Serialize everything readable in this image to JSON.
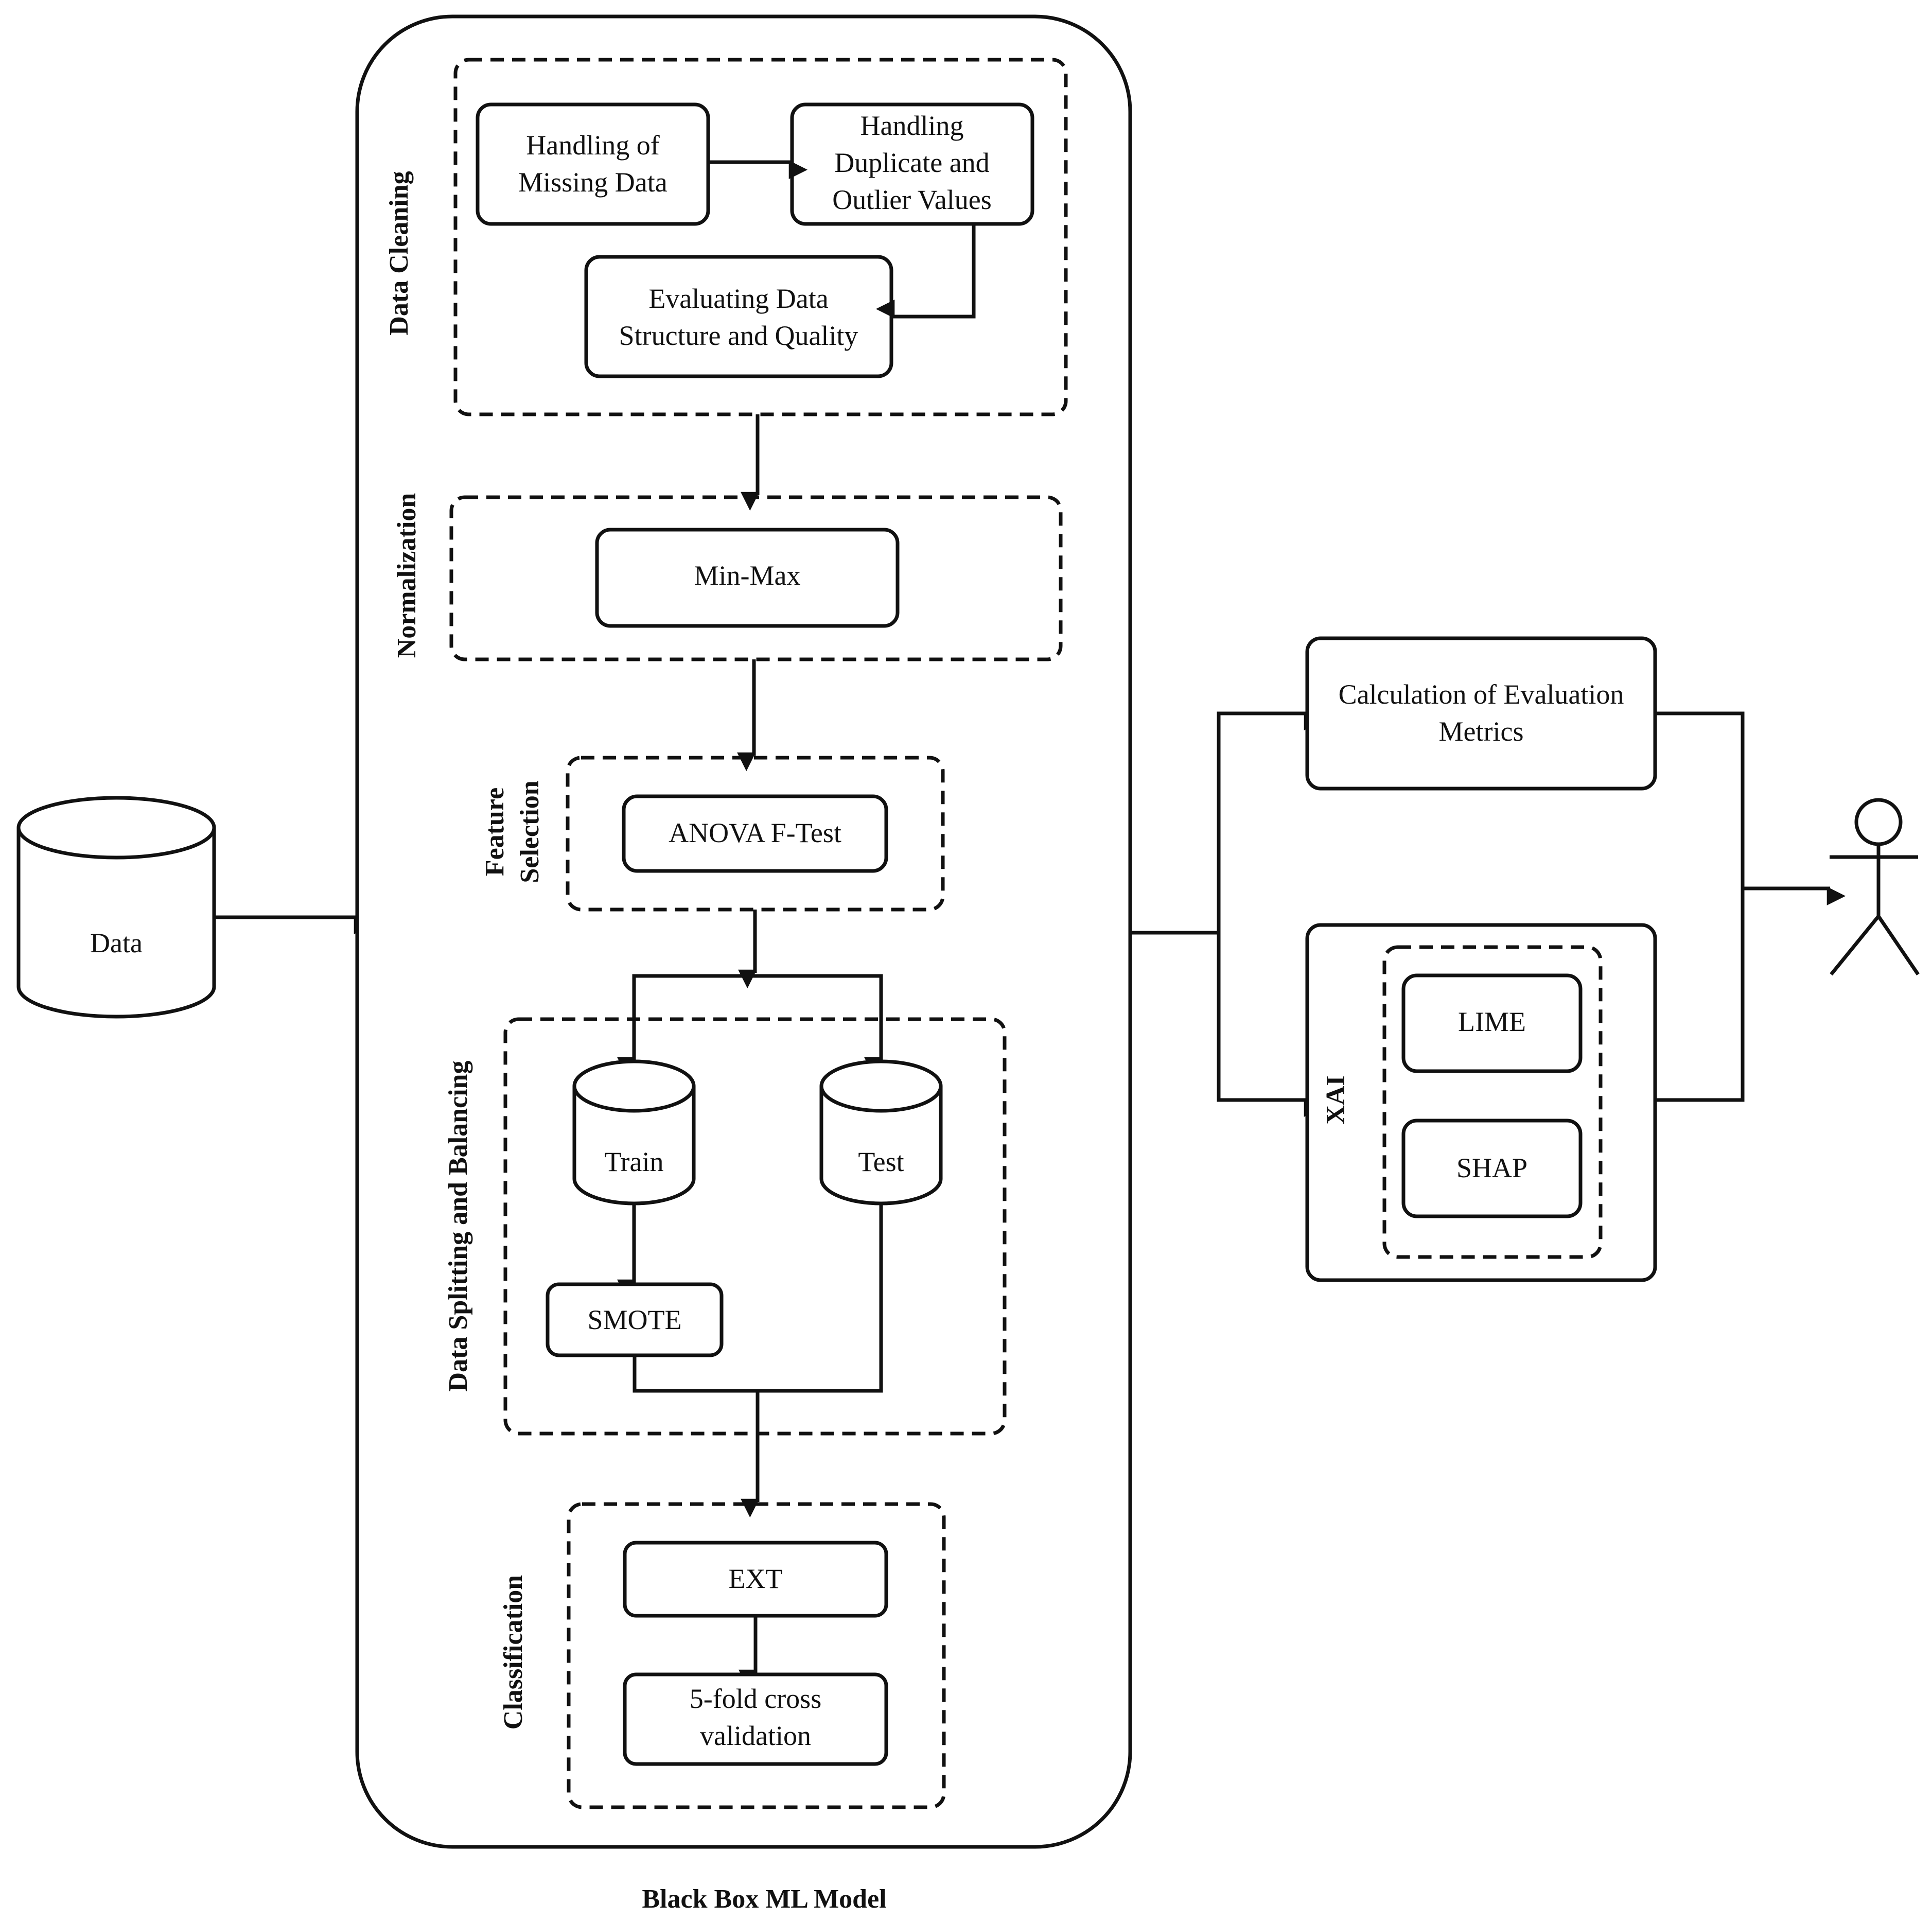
{
  "input": {
    "data_label": "Data"
  },
  "model": {
    "title": "Black Box ML Model",
    "data_cleaning": {
      "label": "Data Cleaning",
      "missing_line1": "Handling of",
      "missing_line2": "Missing Data",
      "dup_line1": "Handling",
      "dup_line2": "Duplicate and",
      "dup_line3": "Outlier Values",
      "eval_line1": "Evaluating Data",
      "eval_line2": "Structure and Quality"
    },
    "normalization": {
      "label": "Normalization",
      "method": "Min-Max"
    },
    "feature_selection": {
      "label_line1": "Feature",
      "label_line2": "Selection",
      "method": "ANOVA F-Test"
    },
    "splitting": {
      "label": "Data Splitting and Balancing",
      "train": "Train",
      "test": "Test",
      "smote": "SMOTE"
    },
    "classification": {
      "label": "Classification",
      "model": "EXT",
      "cv_line1": "5-fold cross",
      "cv_line2": "validation"
    }
  },
  "outputs": {
    "metrics_line1": "Calculation of Evaluation",
    "metrics_line2": "Metrics",
    "xai_label": "XAI",
    "lime": "LIME",
    "shap": "SHAP"
  }
}
